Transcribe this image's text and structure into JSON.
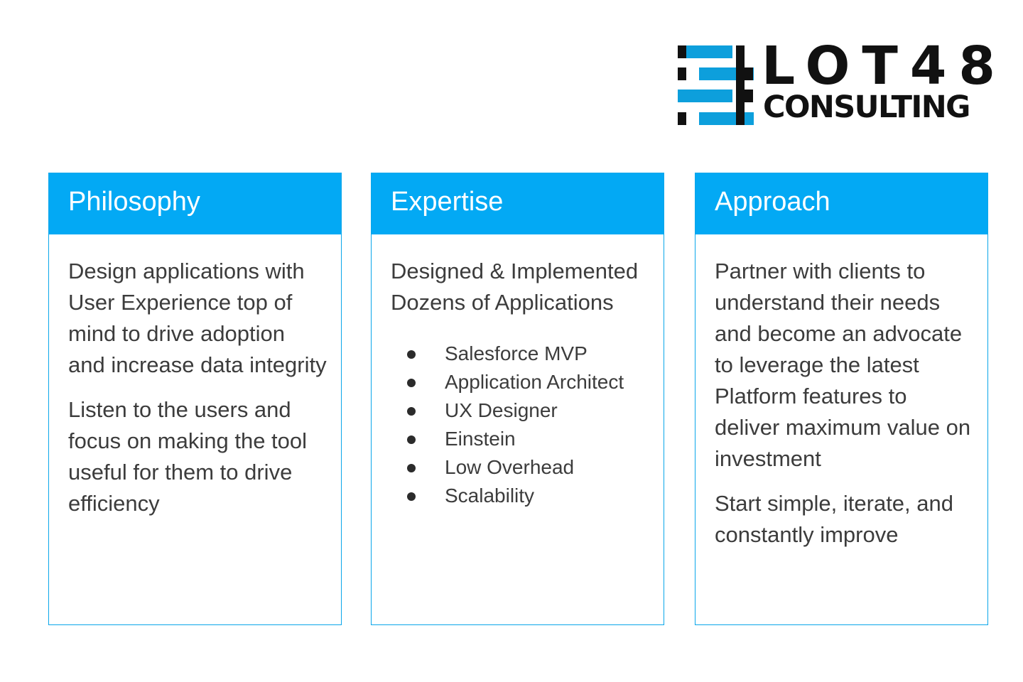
{
  "logo": {
    "line1": "LOT48",
    "line2": "CONSULTING",
    "colors": {
      "blue": "#0d9fdc",
      "black": "#111111"
    }
  },
  "cards": [
    {
      "title": "Philosophy",
      "paragraphs": [
        "Design applications with User Experience top of mind to drive adoption and increase data integrity",
        "Listen to the users and focus on making the tool useful for them to drive efficiency"
      ]
    },
    {
      "title": "Expertise",
      "paragraphs": [
        "Designed & Implemented Dozens of Applications"
      ],
      "bullets": [
        "Salesforce MVP",
        "Application Architect",
        "UX Designer",
        "Einstein",
        "Low Overhead",
        "Scalability"
      ]
    },
    {
      "title": "Approach",
      "paragraphs": [
        "Partner with clients to understand their needs and become an advocate to leverage the latest Platform features to deliver maximum value on investment",
        "Start simple, iterate, and constantly improve"
      ]
    }
  ],
  "colors": {
    "header": "#03a9f4",
    "border": "#0aa6ea",
    "text": "#3c3c3c"
  }
}
